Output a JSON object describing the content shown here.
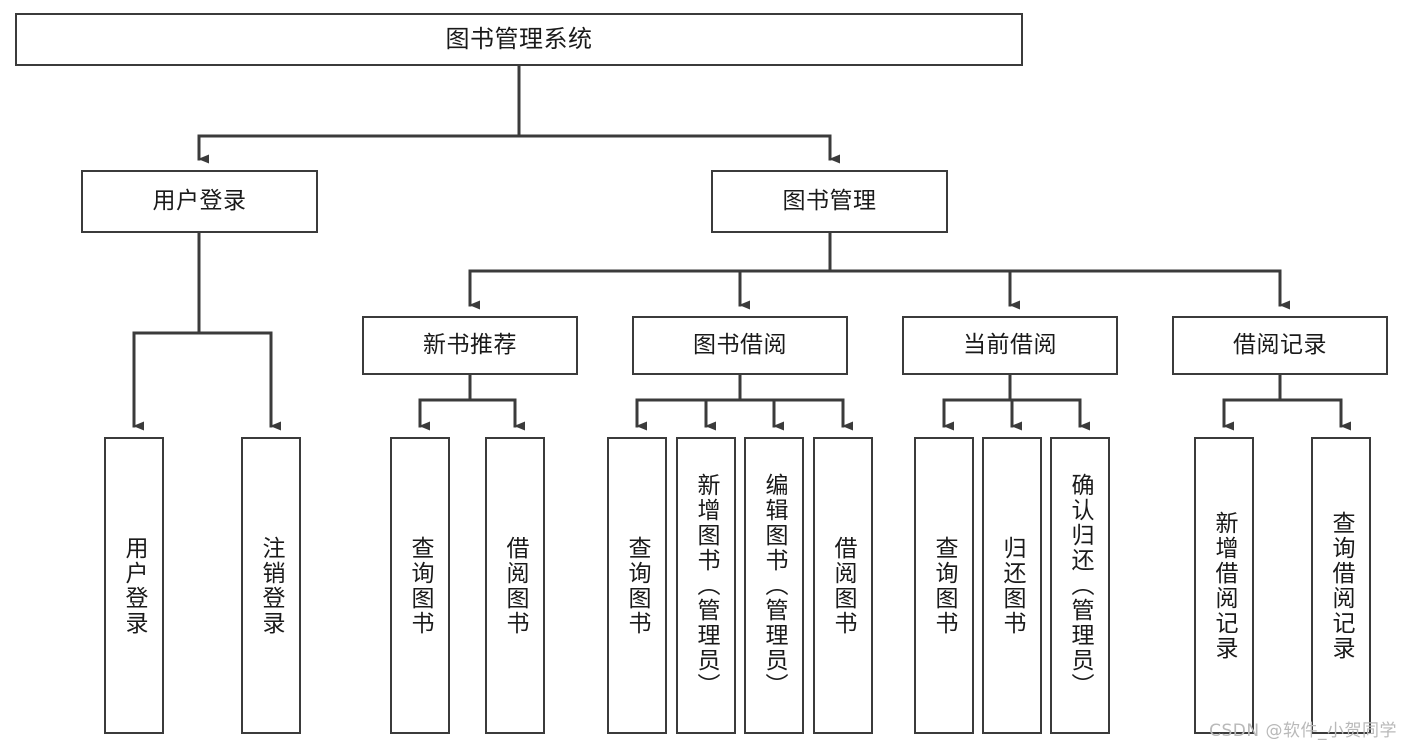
{
  "diagram": {
    "title": "图书管理系统",
    "type": "tree-hierarchy",
    "colors": {
      "background": "#ffffff",
      "box_border": "#3b3b3b",
      "box_fill": "#ffffff",
      "connector": "#3b3b3b",
      "watermark_text": "#b9b9b9"
    },
    "root": {
      "label": "图书管理系统"
    },
    "level2": [
      {
        "label": "用户登录"
      },
      {
        "label": "图书管理"
      }
    ],
    "level3": [
      {
        "label": "新书推荐"
      },
      {
        "label": "图书借阅"
      },
      {
        "label": "当前借阅"
      },
      {
        "label": "借阅记录"
      }
    ],
    "leaves": {
      "user_login": [
        {
          "label": "用户登录"
        },
        {
          "label": "注销登录"
        }
      ],
      "new_book_recommend": [
        {
          "label": "查询图书"
        },
        {
          "label": "借阅图书"
        }
      ],
      "book_borrow": [
        {
          "label": "查询图书"
        },
        {
          "label": "新增图书（管理员）"
        },
        {
          "label": "编辑图书（管理员）"
        },
        {
          "label": "借阅图书"
        }
      ],
      "current_borrow": [
        {
          "label": "查询图书"
        },
        {
          "label": "归还图书"
        },
        {
          "label": "确认归还（管理员）"
        }
      ],
      "borrow_record": [
        {
          "label": "新增借阅记录"
        },
        {
          "label": "查询借阅记录"
        }
      ]
    }
  },
  "watermark": {
    "text": "CSDN @软件_小贺同学"
  }
}
